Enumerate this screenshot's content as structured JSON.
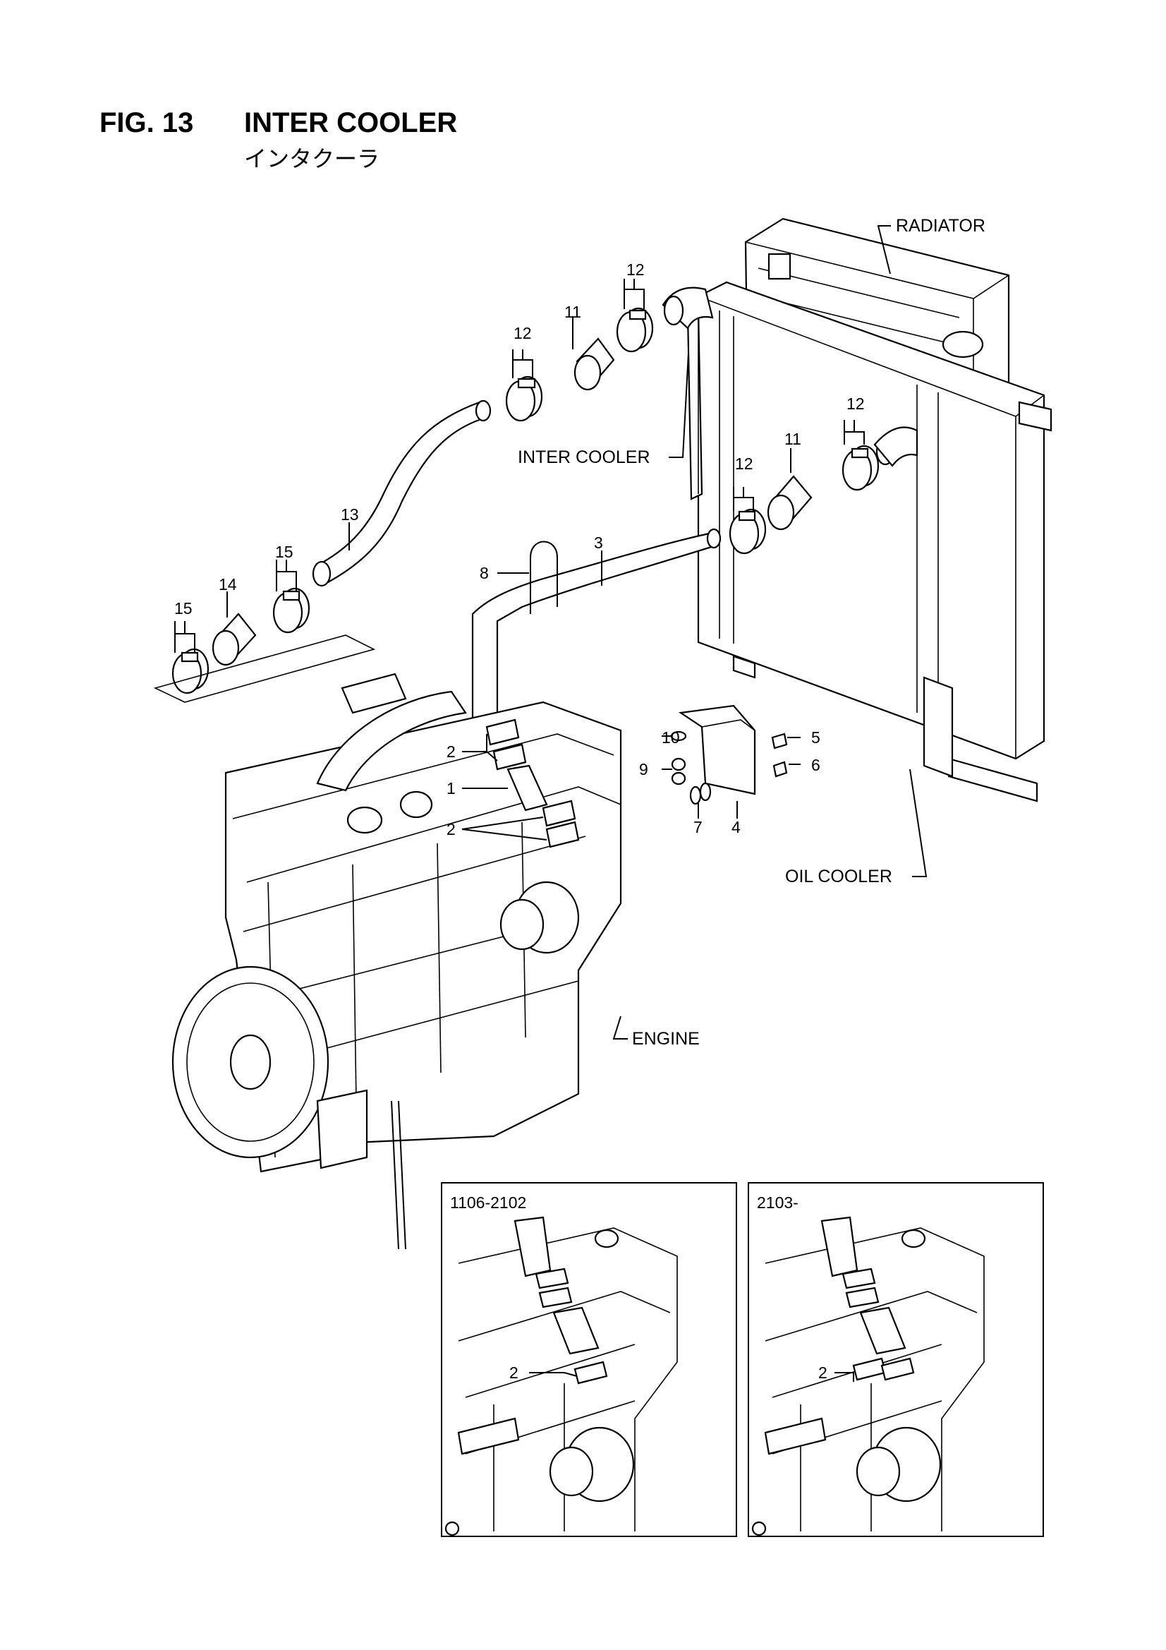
{
  "header": {
    "figure_number": "FIG. 13",
    "title": "INTER COOLER",
    "title_jp": "インタクーラ"
  },
  "component_labels": {
    "radiator": "RADIATOR",
    "inter_cooler": "INTER COOLER",
    "oil_cooler": "OIL COOLER",
    "engine": "ENGINE"
  },
  "callouts": {
    "c1": "1",
    "c2a": "2",
    "c2b": "2",
    "c3": "3",
    "c4": "4",
    "c5": "5",
    "c6": "6",
    "c7": "7",
    "c8": "8",
    "c9": "9",
    "c10": "10",
    "c11a": "11",
    "c11b": "11",
    "c12a": "12",
    "c12b": "12",
    "c12c": "12",
    "c12d": "12",
    "c13": "13",
    "c14": "14",
    "c15a": "15",
    "c15b": "15"
  },
  "inset_left": {
    "serial_range": "1106-2102",
    "callout": "2"
  },
  "inset_right": {
    "serial_range": "2103-",
    "callout": "2"
  }
}
